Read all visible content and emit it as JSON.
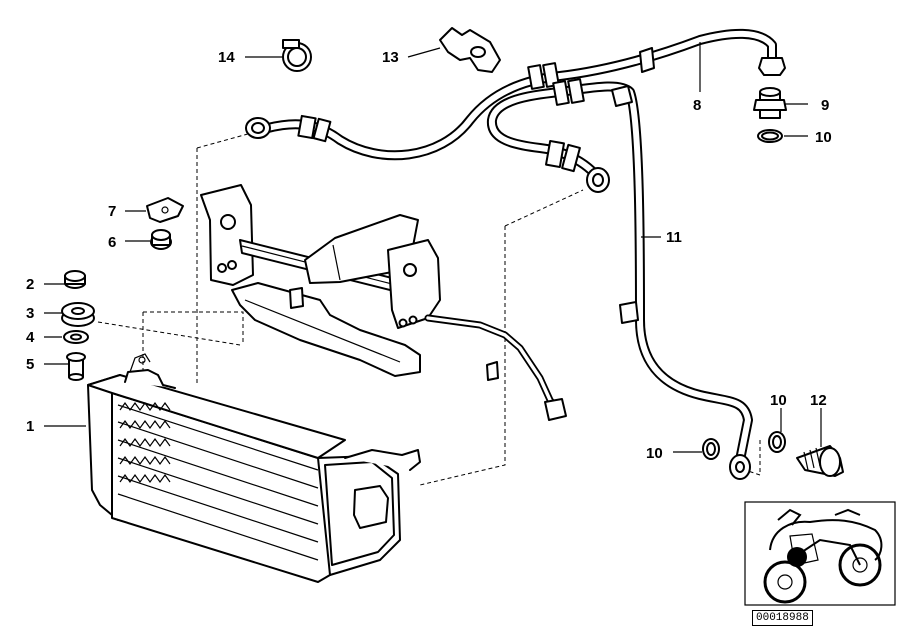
{
  "callouts": {
    "c1": "1",
    "c2": "2",
    "c3": "3",
    "c4": "4",
    "c5": "5",
    "c6": "6",
    "c7": "7",
    "c8": "8",
    "c9": "9",
    "c10a": "10",
    "c10b": "10",
    "c10c": "10",
    "c11": "11",
    "c12": "12",
    "c13": "13",
    "c14": "14"
  },
  "inset": {
    "diagram_id": "00018988"
  },
  "icons": [
    "oil-cooler",
    "mounting-bracket",
    "oil-hose",
    "oil-pipe",
    "hose-clamp",
    "hollow-bolt",
    "seal-ring",
    "motorcycle-locator"
  ]
}
